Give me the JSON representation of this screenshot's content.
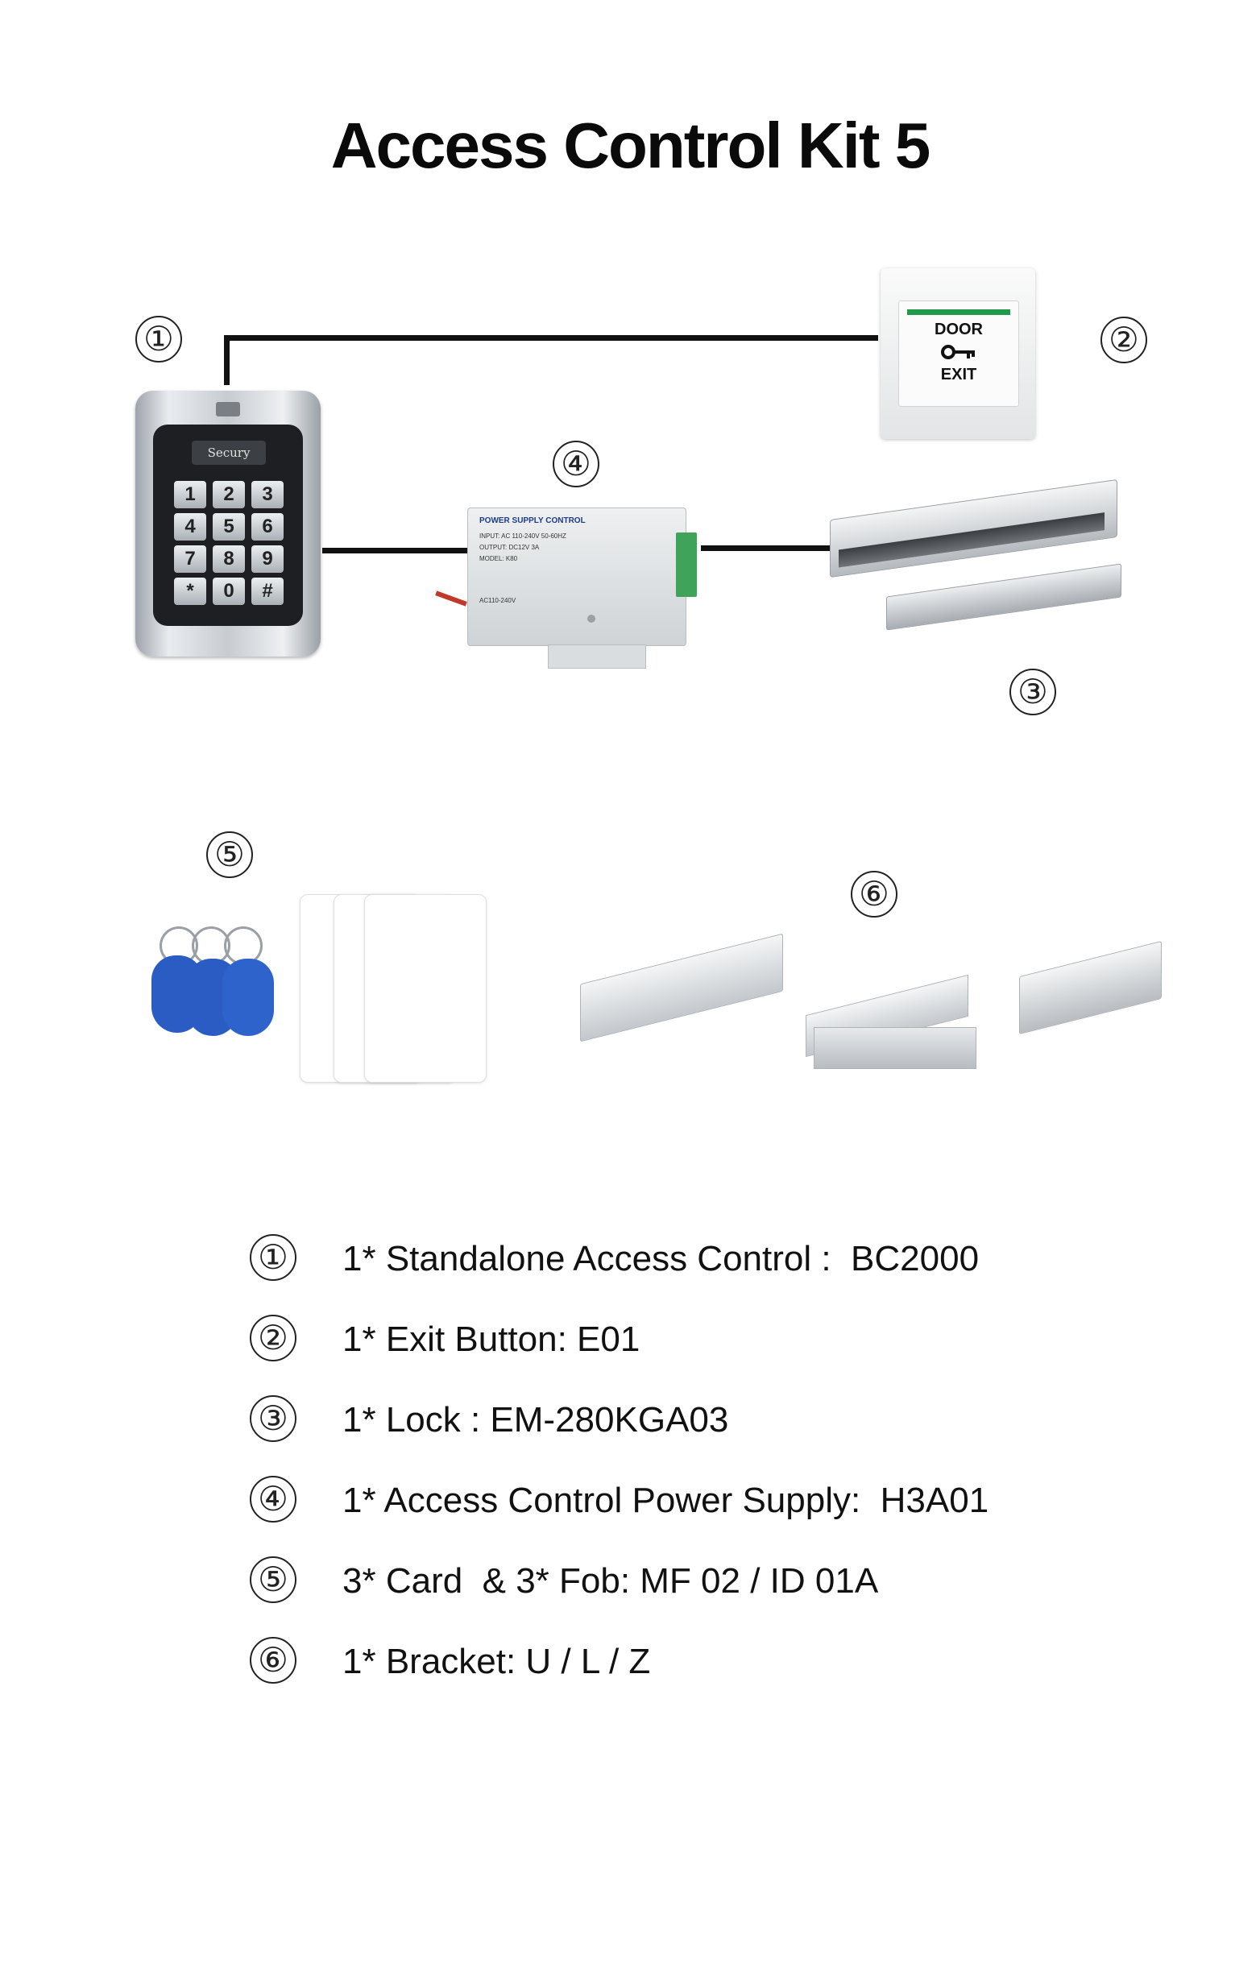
{
  "title": "Access Control Kit 5",
  "diagram": {
    "markers": [
      "①",
      "②",
      "③",
      "④",
      "⑤",
      "⑥"
    ],
    "keypad": {
      "brand": "Secury",
      "keys": [
        "1",
        "2",
        "3",
        "4",
        "5",
        "6",
        "7",
        "8",
        "9",
        "*",
        "0",
        "#"
      ]
    },
    "exit_button": {
      "top_text": "DOOR",
      "bottom_text": "EXIT"
    },
    "power_supply": {
      "header": "POWER SUPPLY CONTROL",
      "lines": [
        "INPUT: AC 110-240V 50-60HZ",
        "OUTPUT: DC12V 3A",
        "MODEL: K80"
      ],
      "bottom": "AC110-240V"
    }
  },
  "items": [
    {
      "marker": "①",
      "text": "1* Standalone Access Control :  BC2000"
    },
    {
      "marker": "②",
      "text": "1* Exit Button: E01"
    },
    {
      "marker": "③",
      "text": "1* Lock : EM-280KGA03"
    },
    {
      "marker": "④",
      "text": "1* Access Control Power Supply:  H3A01"
    },
    {
      "marker": "⑤",
      "text": "3* Card  & 3* Fob: MF 02 / ID 01A"
    },
    {
      "marker": "⑥",
      "text": "1* Bracket: U / L / Z"
    }
  ],
  "colors": {
    "wire": "#111111",
    "fob_blue": "#2a5cc4",
    "exit_stripe": "#1f9a4a"
  }
}
